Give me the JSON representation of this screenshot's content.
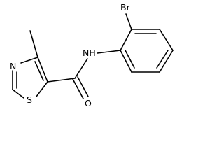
{
  "structure": {
    "atom_labels": {
      "br": "Br",
      "nh": "NH",
      "n_ring": "N",
      "s_ring": "S",
      "o": "O"
    },
    "line_color": "#000000",
    "background": "#ffffff"
  }
}
